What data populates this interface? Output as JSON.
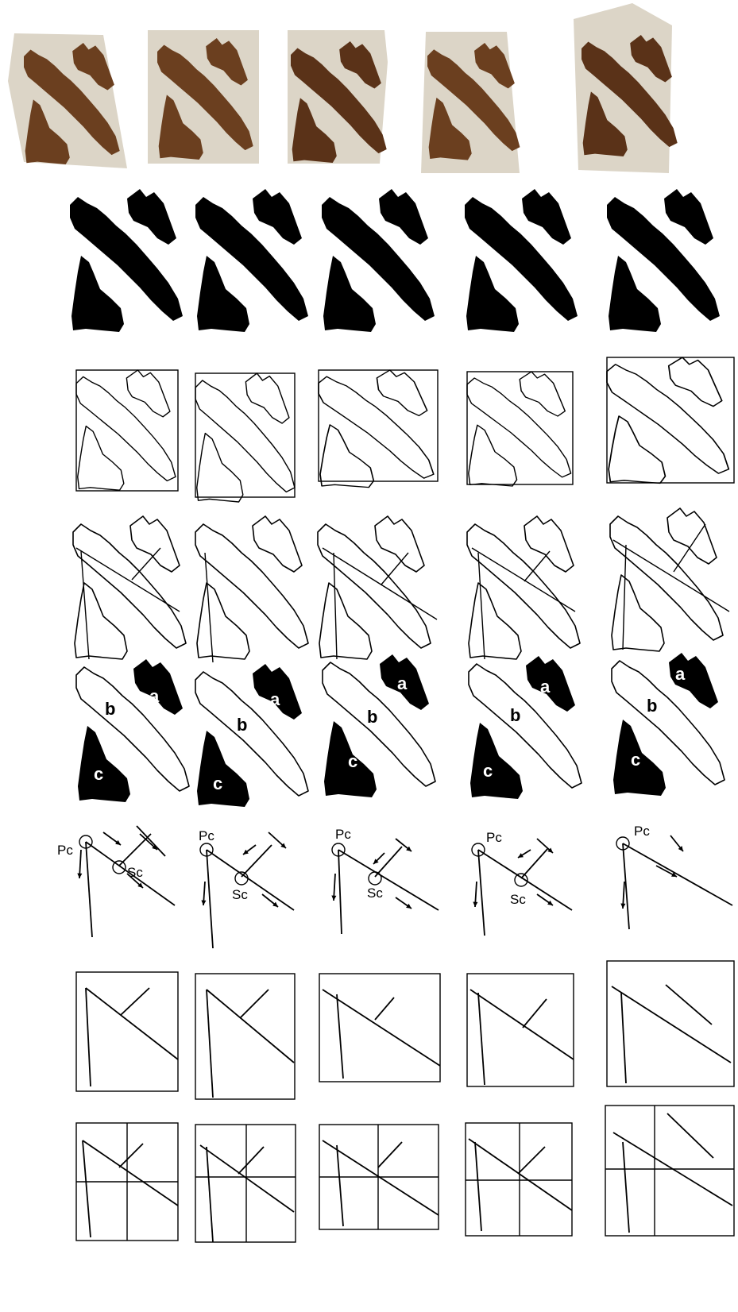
{
  "labels": {
    "a": "a",
    "b": "b",
    "c": "c",
    "pc": "Pc",
    "sc": "Sc"
  },
  "colors": {
    "ink": "#000000",
    "paper": "#ffffff",
    "parchment": "#d9d2c4",
    "brown_ink": "#6b3f1f"
  },
  "rows": [
    "original-fragments",
    "binarized",
    "contours-with-box",
    "contours-with-axes",
    "labeled-components",
    "stroke-directions",
    "skeleton-in-box",
    "skeleton-in-grid"
  ],
  "columns": 5
}
